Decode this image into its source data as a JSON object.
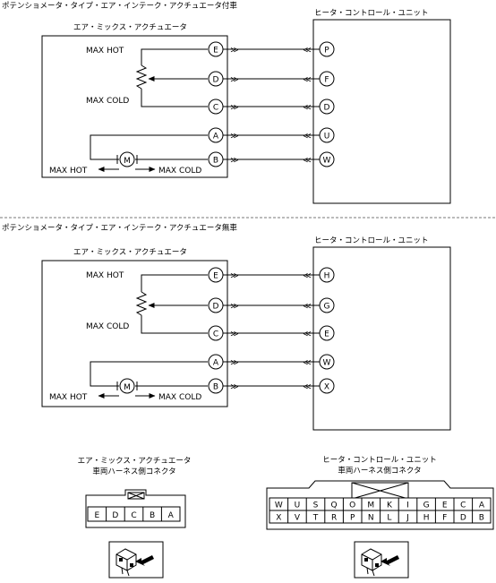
{
  "sections": [
    {
      "title": "ポテンショメータ・タイプ・エア・インテーク・アクチュエータ付車",
      "actuator_label": "エア・ミックス・アクチュエータ",
      "unit_label": "ヒータ・コントロール・ユニット",
      "max_hot": "MAX HOT",
      "max_cold": "MAX COLD",
      "motor": "M",
      "motor_hot": "MAX HOT",
      "motor_cold": "MAX COLD",
      "actuator_pins": [
        "E",
        "D",
        "C",
        "A",
        "B"
      ],
      "unit_pins": [
        "P",
        "F",
        "D",
        "U",
        "W"
      ]
    },
    {
      "title": "ポテンショメータ・タイプ・エア・インテーク・アクチュエータ無車",
      "actuator_label": "エア・ミックス・アクチュエータ",
      "unit_label": "ヒータ・コントロール・ユニット",
      "max_hot": "MAX HOT",
      "max_cold": "MAX COLD",
      "motor": "M",
      "motor_hot": "MAX HOT",
      "motor_cold": "MAX COLD",
      "actuator_pins": [
        "E",
        "D",
        "C",
        "A",
        "B"
      ],
      "unit_pins": [
        "H",
        "G",
        "E",
        "W",
        "X"
      ]
    }
  ],
  "connectors": {
    "actuator": {
      "title_line1": "エア・ミックス・アクチュエータ",
      "title_line2": "車両ハーネス側コネクタ",
      "pins": [
        "E",
        "D",
        "C",
        "B",
        "A"
      ]
    },
    "unit": {
      "title_line1": "ヒータ・コントロール・ユニット",
      "title_line2": "車両ハーネス側コネクタ",
      "row1": [
        "W",
        "U",
        "S",
        "Q",
        "O",
        "M",
        "K",
        "I",
        "G",
        "E",
        "C",
        "A"
      ],
      "row2": [
        "X",
        "V",
        "T",
        "R",
        "P",
        "N",
        "L",
        "J",
        "H",
        "F",
        "D",
        "B"
      ]
    }
  }
}
